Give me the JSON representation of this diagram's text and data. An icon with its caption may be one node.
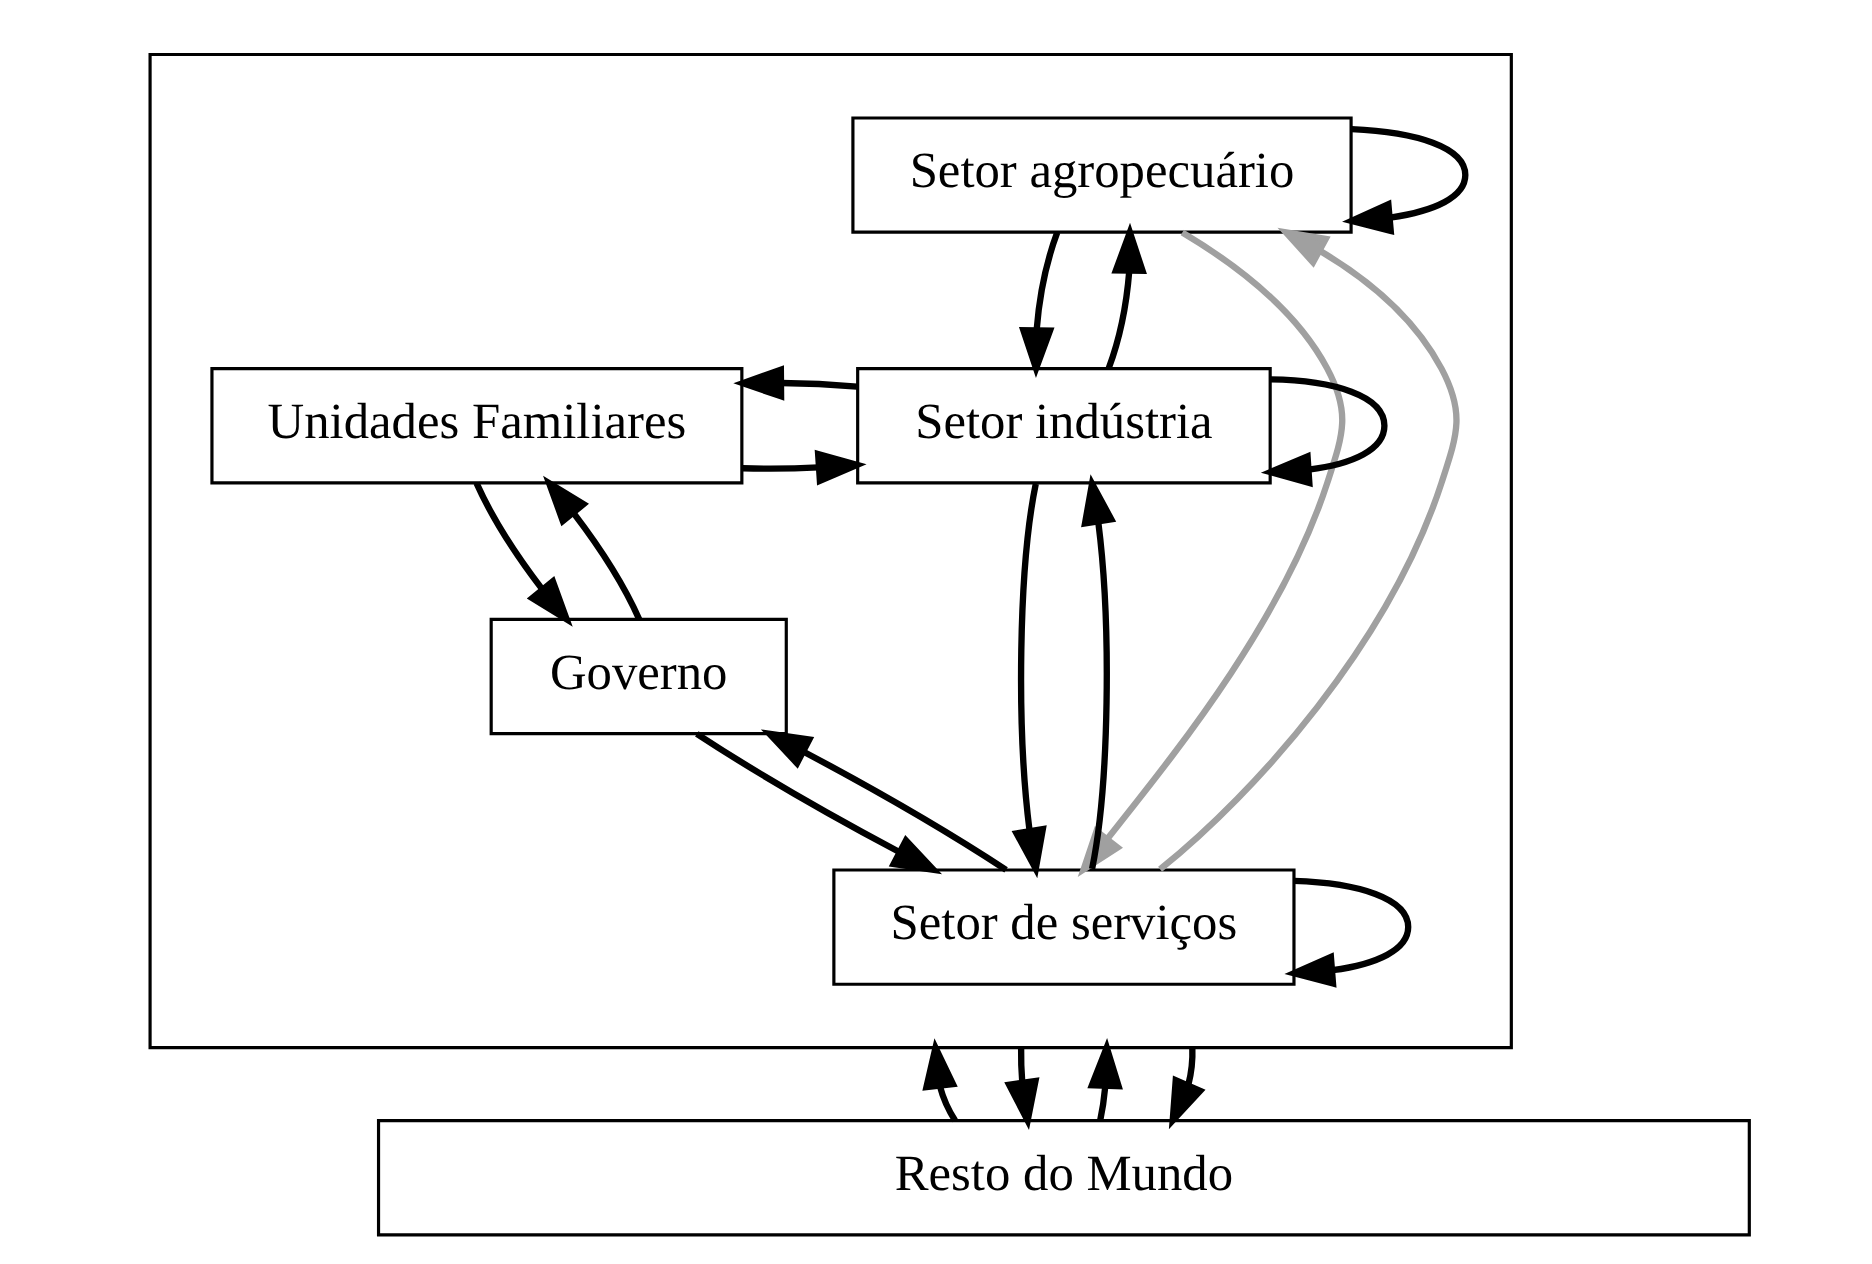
{
  "diagram": {
    "nodes": [
      {
        "text": [],
        "shape": "box"
      },
      {
        "text": [
          "Setor agropecuário"
        ],
        "in": 0
      },
      {
        "text": [
          "Setor indústria"
        ],
        "in": 0
      },
      {
        "text": [
          "Setor de serviços"
        ],
        "in": 0
      },
      {
        "text": [
          "Unidades Familiares"
        ],
        "in": 0
      },
      {
        "text": [
          "Governo"
        ],
        "in": 0
      },
      {
        "text": [
          "Resto do Mundo"
        ]
      }
    ],
    "edges": [
      {
        "from": 1,
        "to": 1,
        "arrow": "to"
      },
      {
        "from": 2,
        "to": 2,
        "arrow": "to"
      },
      {
        "from": 3,
        "to": 3,
        "arrow": "to"
      },
      {
        "from": 2,
        "to": 1,
        "arrow": "to"
      },
      {
        "from": 1,
        "to": 2,
        "arrow": "to"
      },
      {
        "from": 3,
        "to": 2,
        "arrow": "to"
      },
      {
        "from": 2,
        "to": 3,
        "arrow": "to"
      },
      {
        "from": 1,
        "to": 3,
        "arrow": "to",
        "color": "#a0a0a0"
      },
      {
        "from": 3,
        "to": 1,
        "arrow": "to",
        "color": "#a0a0a0"
      },
      {
        "from": 4,
        "to": 2,
        "arrow": "to"
      },
      {
        "from": 2,
        "to": 4,
        "arrow": "to"
      },
      {
        "from": 3,
        "to": 5,
        "arrow": "to"
      },
      {
        "from": 5,
        "to": 3,
        "arrow": "to"
      },
      {
        "from": 4,
        "to": 5,
        "arrow": "to"
      },
      {
        "from": 5,
        "to": 4,
        "arrow": "to"
      },
      {
        "from": 6,
        "to": 0,
        "arrow": "to"
      },
      {
        "from": 0,
        "to": 6,
        "arrow": "to"
      },
      {
        "from": 6,
        "to": 0,
        "arrow": "to"
      },
      {
        "from": 0,
        "to": 6,
        "arrow": "to"
      }
    ]
  }
}
